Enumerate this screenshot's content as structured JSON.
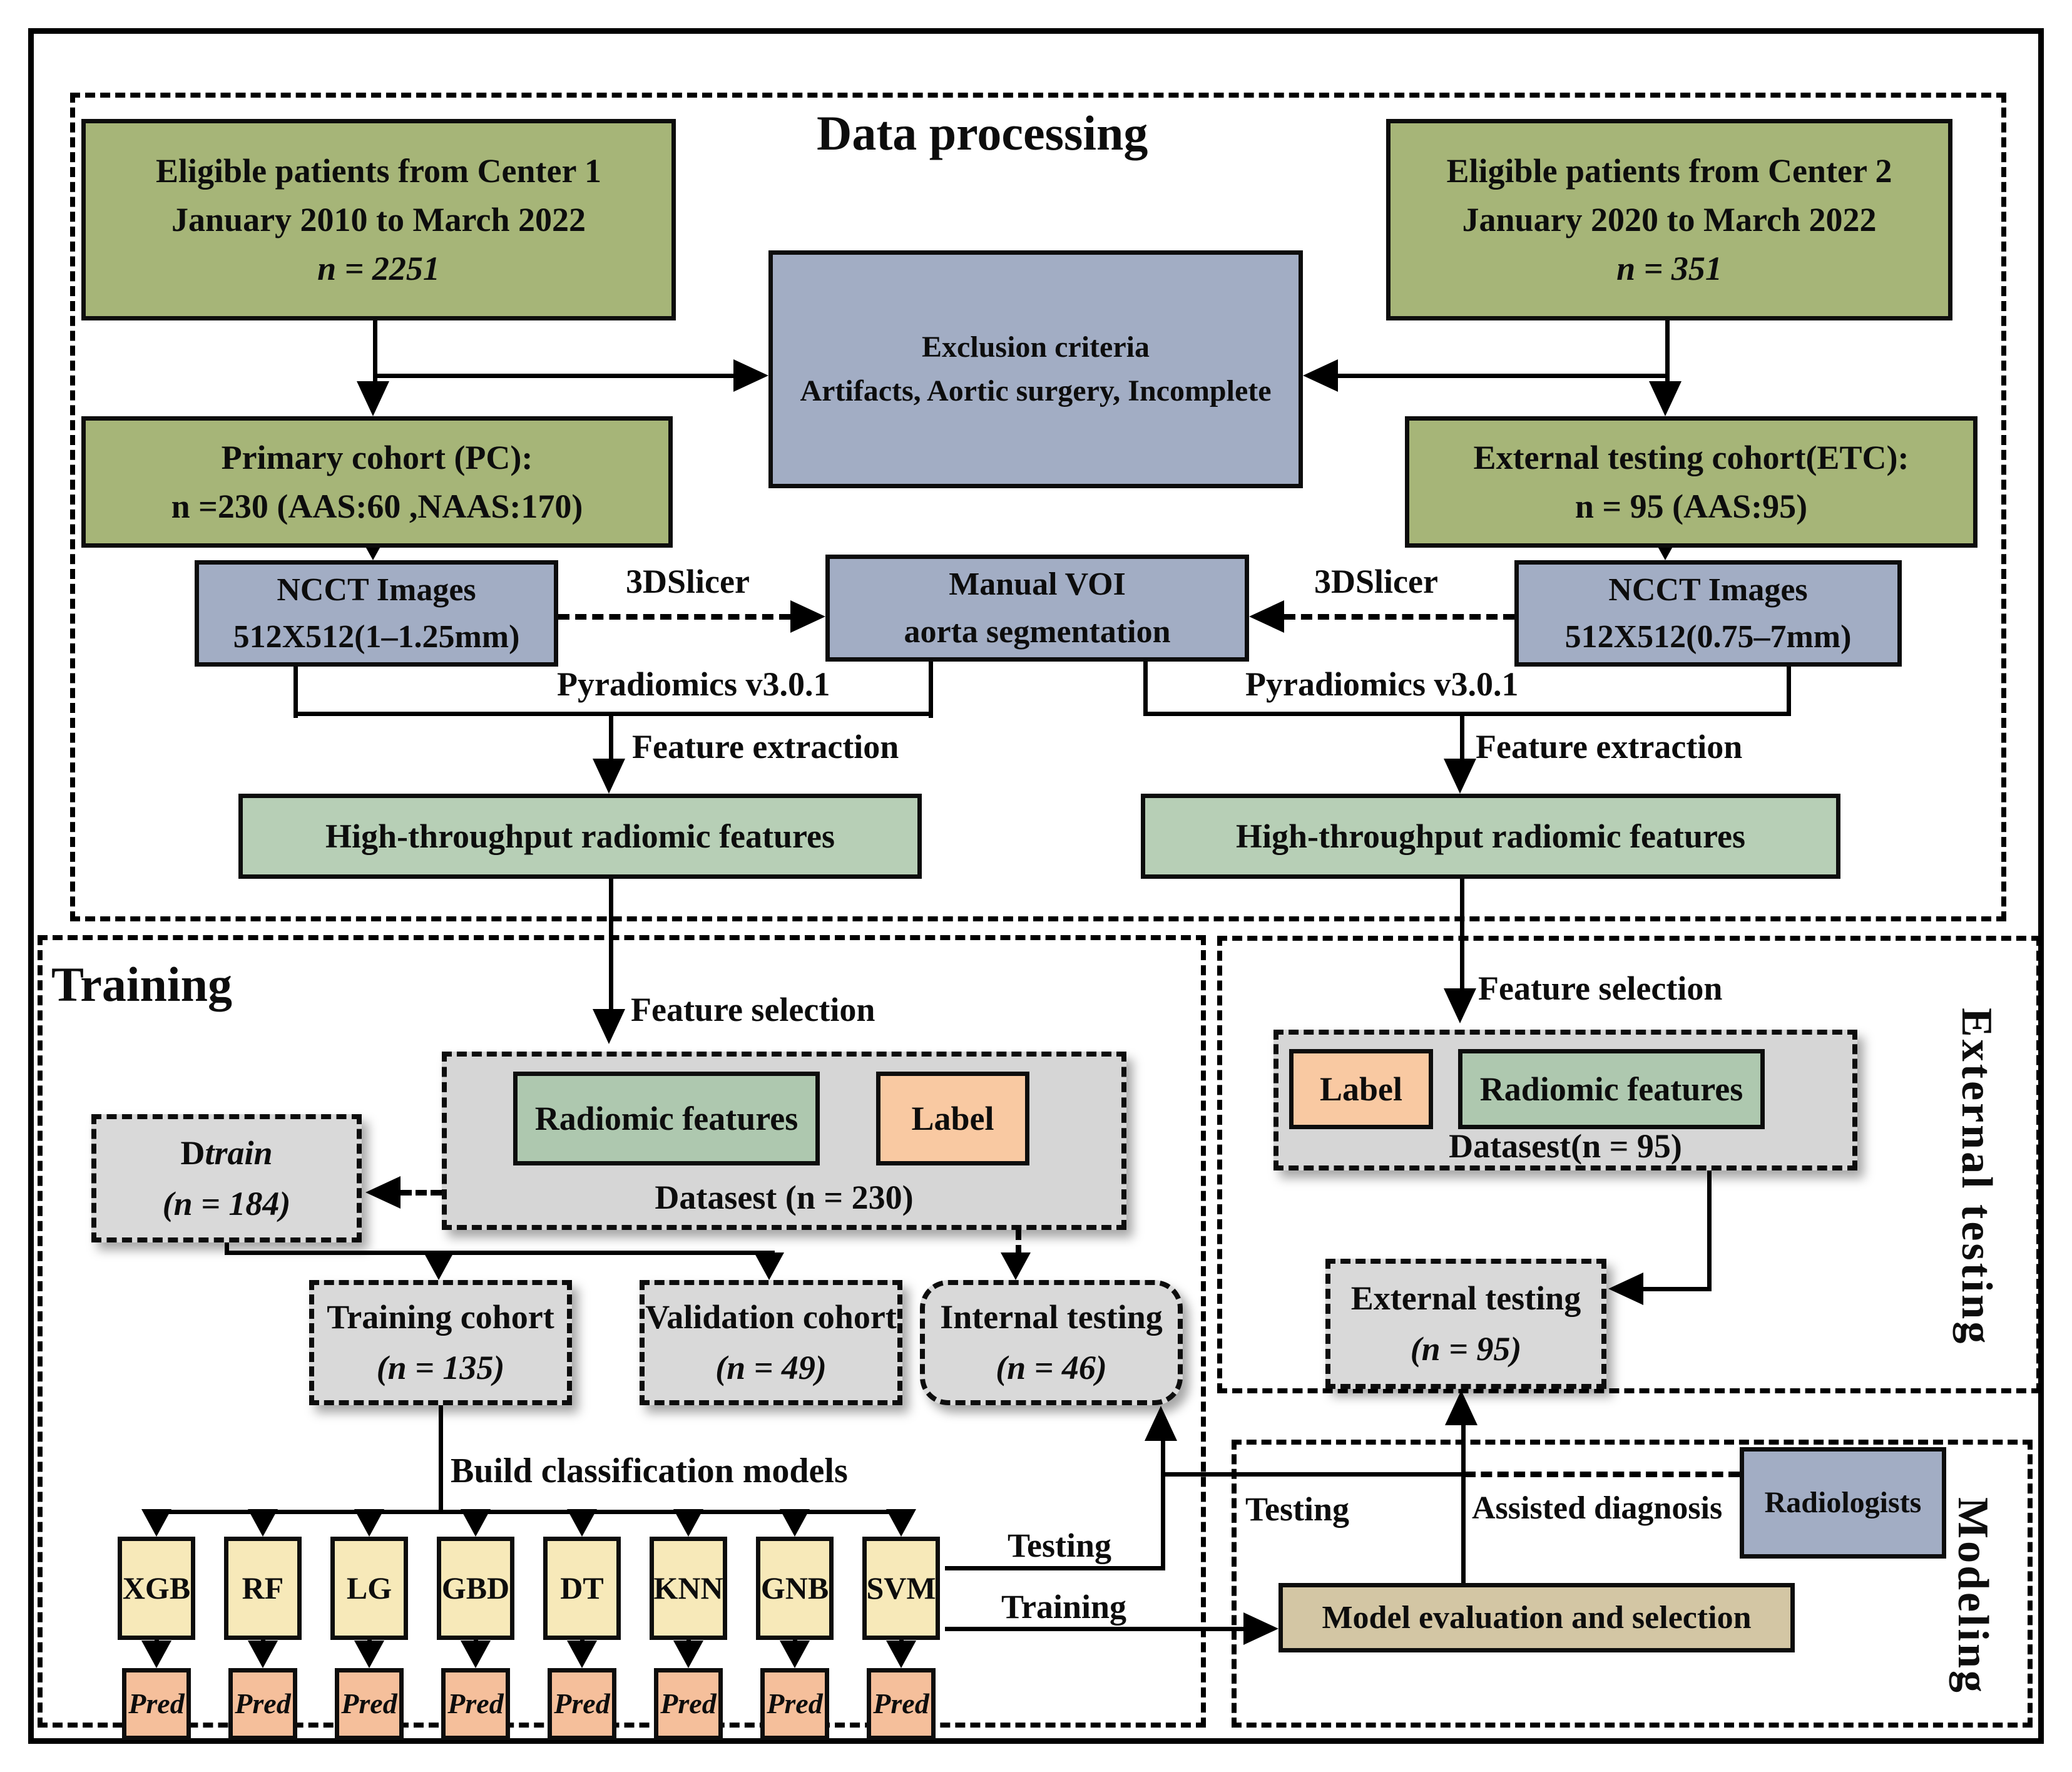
{
  "diagram_title": "Data processing",
  "section_labels": {
    "training": "Training",
    "external_testing": "External testing",
    "modeling": "Modeling"
  },
  "boxes": {
    "center1": {
      "line1": "Eligible patients from Center 1",
      "line2": "January 2010 to March 2022",
      "line3": "n = 2251"
    },
    "center2": {
      "line1": "Eligible patients from Center 2",
      "line2": "January 2020 to March 2022",
      "line3": "n = 351"
    },
    "exclusion": {
      "line1": "Exclusion criteria",
      "line2": "Artifacts, Aortic surgery, Incomplete"
    },
    "primary_cohort": {
      "line1": "Primary cohort (PC):",
      "line2": "n =230 (AAS:60 ,NAAS:170)"
    },
    "external_cohort": {
      "line1": "External testing cohort(ETC):",
      "line2": "n = 95 (AAS:95)"
    },
    "ncct_left": {
      "line1": "NCCT Images",
      "line2": "512X512(1–1.25mm)"
    },
    "voi": {
      "line1": "Manual  VOI",
      "line2": "aorta segmentation"
    },
    "ncct_right": {
      "line1": "NCCT Images",
      "line2": "512X512(0.75–7mm)"
    },
    "ht_left": {
      "line1": "High-throughput radiomic features"
    },
    "ht_right": {
      "line1": "High-throughput radiomic features"
    },
    "dataset_train": {
      "radiomic": "Radiomic features",
      "label": "Label",
      "caption": "Datasest (n = 230)"
    },
    "dataset_ext": {
      "label": "Label",
      "radiomic": "Radiomic features",
      "caption": "Datasest(n = 95)"
    },
    "dtrain": {
      "prefix": "D",
      "word": "train",
      "line2": "(n = 184)"
    },
    "training_cohort": {
      "line1": "Training cohort",
      "line2": "(n = 135)"
    },
    "validation_cohort": {
      "line1": "Validation cohort",
      "line2": "(n = 49)"
    },
    "internal_testing": {
      "line1": "Internal testing",
      "line2": "(n = 46)"
    },
    "external_testing_box": {
      "line1": "External testing",
      "line2": "(n = 95)"
    },
    "radiologists": {
      "line1": "Radiologists"
    },
    "model_evaluation": {
      "line1": "Model evaluation and selection"
    }
  },
  "edge_labels": {
    "slicer_left": "3DSlicer",
    "slicer_right": "3DSlicer",
    "pyradiomics_left": "Pyradiomics v3.0.1",
    "pyradiomics_right": "Pyradiomics v3.0.1",
    "feature_extraction_left": "Feature extraction",
    "feature_extraction_right": "Feature extraction",
    "feature_selection_left": "Feature selection",
    "feature_selection_right": "Feature selection",
    "build_models": "Build  classification models",
    "testing_internal": "Testing",
    "training_internal": "Training",
    "testing_modeling": "Testing",
    "assisted_diagnosis": "Assisted diagnosis"
  },
  "models": [
    "XGB",
    "RF",
    "LG",
    "GBD",
    "DT",
    "KNN",
    "GNB",
    "SVM"
  ],
  "pred_label": "Pred",
  "colors": {
    "olive_box": "#a6b578",
    "slate_box": "#a2adc4",
    "green_box": "#b7cfb6",
    "orange_box": "#f9c9a2",
    "pred_box": "#f5bf9b",
    "model_box": "#f7e9b9",
    "eval_box": "#d3c6a4",
    "gray_box": "#d9d9d9"
  }
}
